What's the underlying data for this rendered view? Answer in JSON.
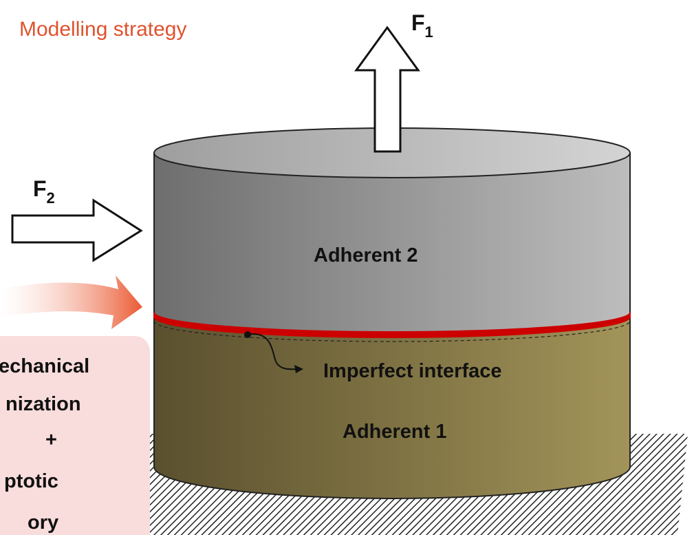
{
  "title": "Modelling strategy",
  "forces": {
    "f1": {
      "symbol": "F",
      "subscript": "1"
    },
    "f2": {
      "symbol": "F",
      "subscript": "2"
    }
  },
  "labels": {
    "adherent2": "Adherent 2",
    "interface": "Imperfect interface",
    "adherent1": "Adherent 1"
  },
  "callout": {
    "lines": [
      "echanical",
      "nization",
      "+",
      "ptotic",
      "ory"
    ]
  },
  "colors": {
    "title": "#e0522e",
    "interface": "#cc0000",
    "arrow_accent": "#ea5a33",
    "callout_bg": "#f9dcdc",
    "adherent2_dark": "#707070",
    "adherent2_light": "#bdbdbd",
    "adherent1_dark": "#5c5230",
    "adherent1_light": "#a09258"
  }
}
